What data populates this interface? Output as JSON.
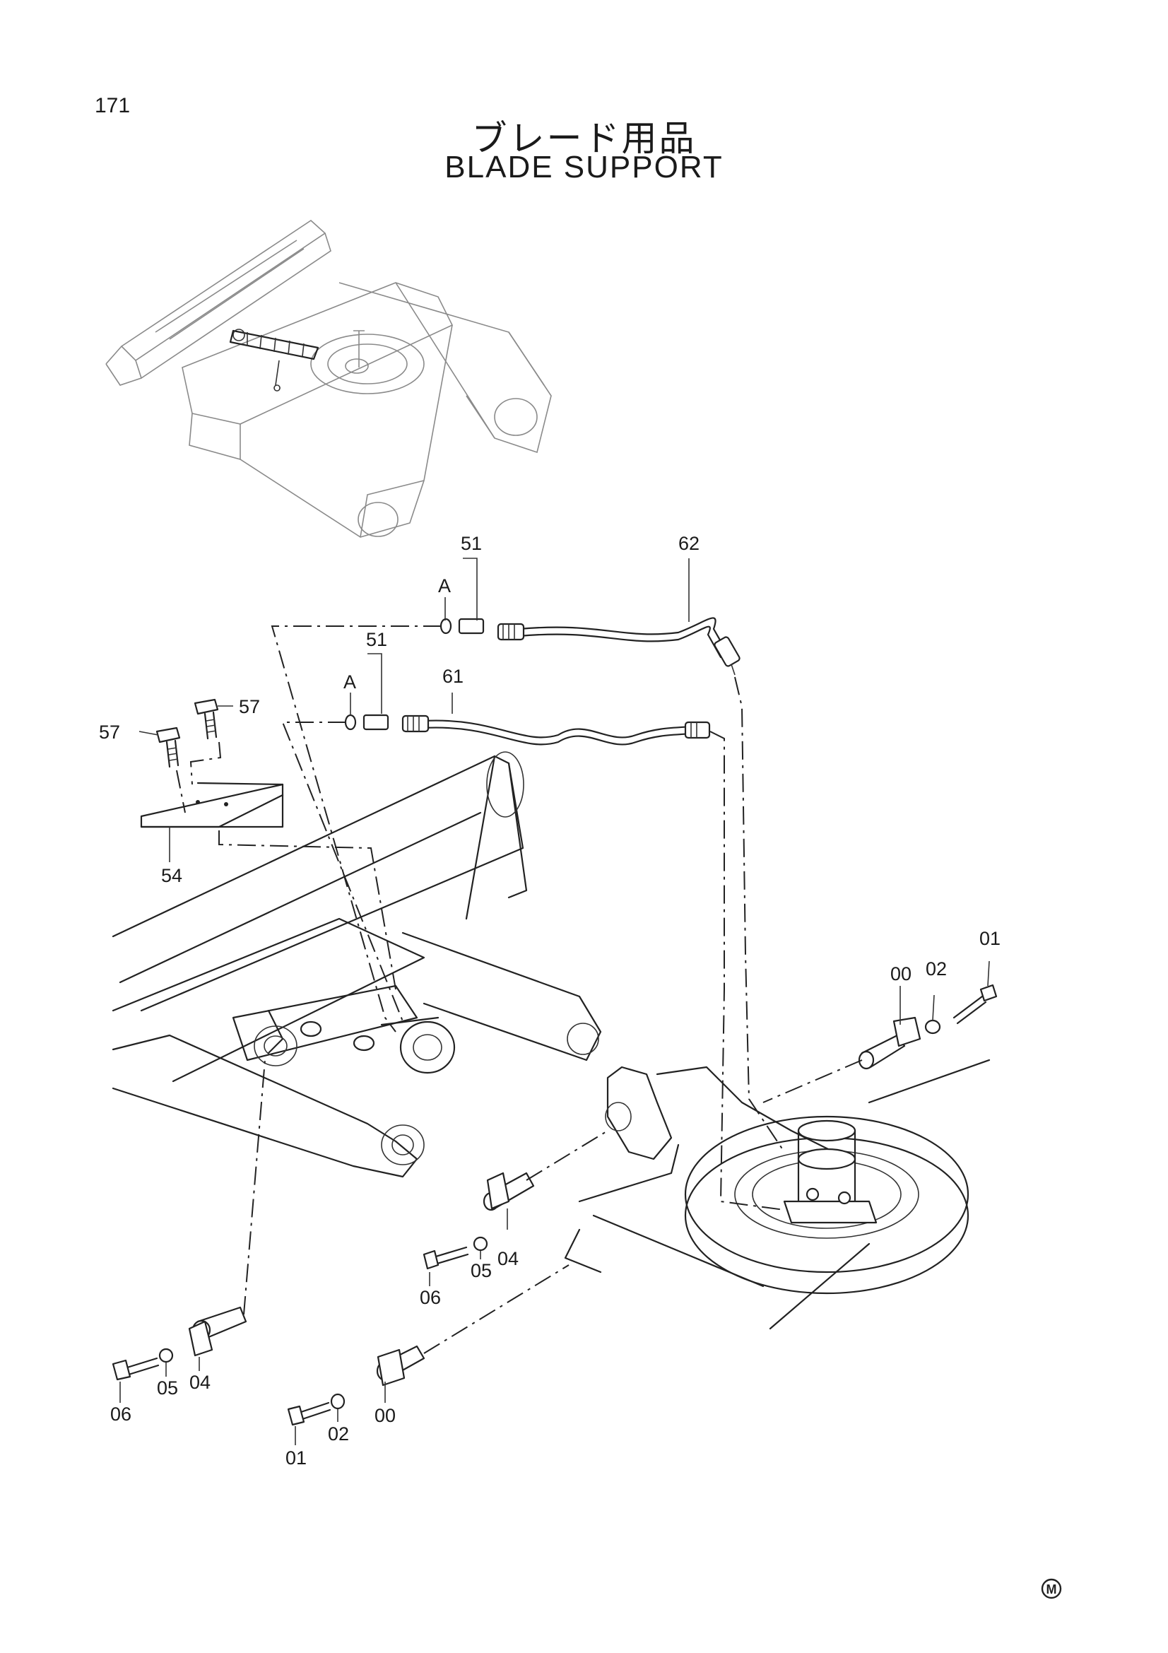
{
  "page": {
    "number": "171",
    "title_jp": "ブレード用品",
    "title_en": "BLADE SUPPORT",
    "corner_mark": "M"
  },
  "callouts": {
    "c51a": "51",
    "c62": "62",
    "cA1": "A",
    "c51b": "51",
    "c61": "61",
    "cA2": "A",
    "c57a": "57",
    "c57b": "57",
    "c54": "54",
    "c01a": "01",
    "c00a": "00",
    "c02a": "02",
    "c06a": "06",
    "c05a": "05",
    "c04a": "04",
    "c06b": "06",
    "c05b": "05",
    "c04b": "04",
    "c01b": "01",
    "c02b": "02",
    "c00b": "00"
  }
}
